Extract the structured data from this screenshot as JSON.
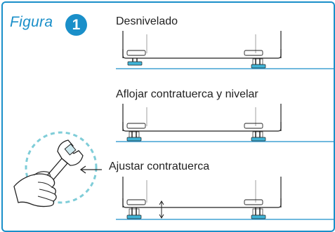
{
  "figure": {
    "label": "Figura",
    "number": "1"
  },
  "steps": [
    {
      "label": "Desnivelado"
    },
    {
      "label": "Aflojar contratuerca y nivelar"
    },
    {
      "label": "Ajustar contratuerca"
    }
  ],
  "colors": {
    "accent": "#1a8fc9",
    "foot": "#3fb3d6",
    "outline": "#222222",
    "lens": "#7fcdd8"
  },
  "icons": [
    "wrench-in-hand-icon",
    "arrow-left-icon"
  ]
}
